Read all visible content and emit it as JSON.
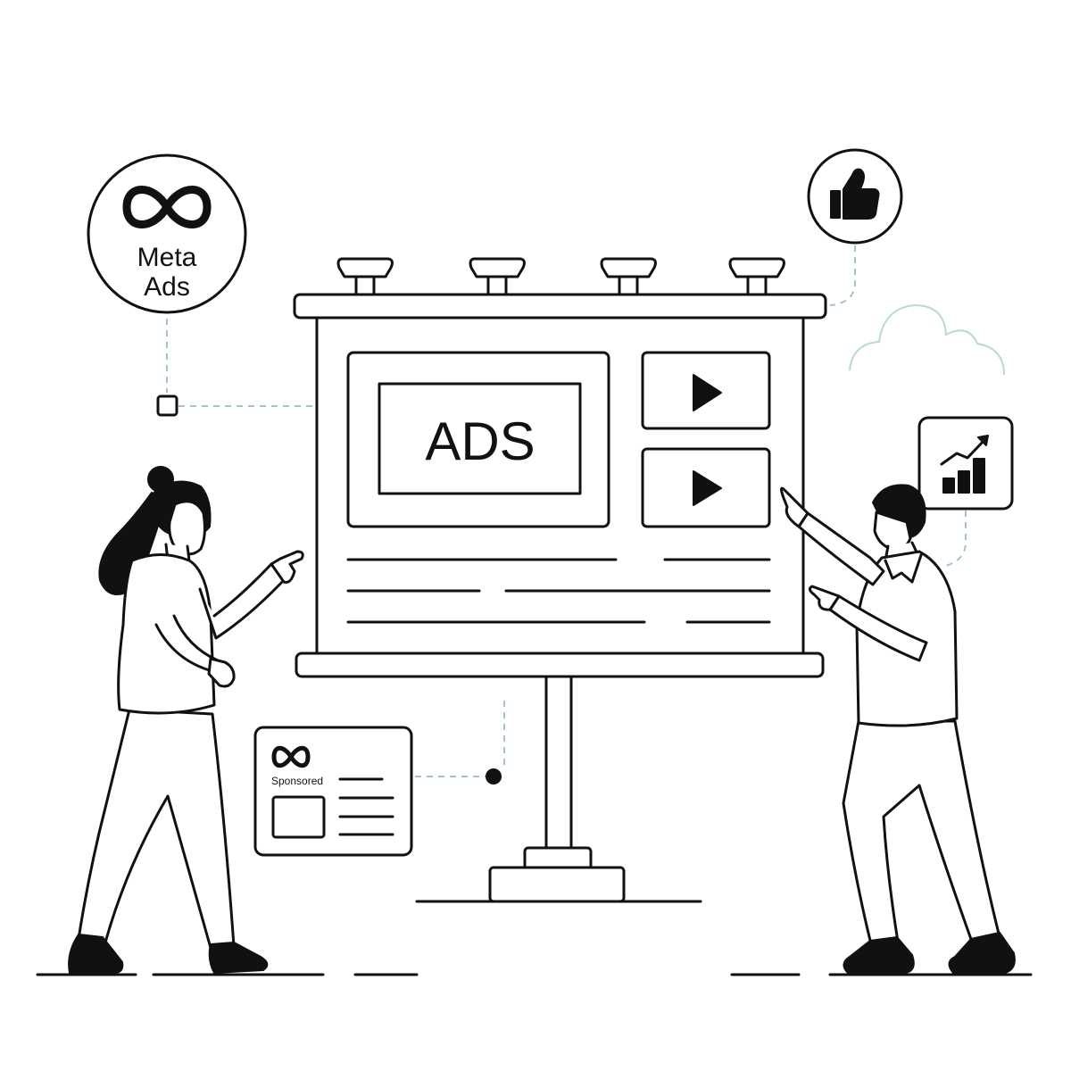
{
  "badge": {
    "line1": "Meta",
    "line2": "Ads",
    "logo_icon": "meta-infinity-icon"
  },
  "billboard": {
    "headline": "ADS",
    "video_icon": "play-icon"
  },
  "sponsored_card": {
    "label": "Sponsored",
    "logo_icon": "meta-infinity-icon"
  },
  "icons": {
    "like": "thumbs-up-icon",
    "growth": "growth-chart-icon",
    "decor": "cloud-icon"
  },
  "colors": {
    "ink": "#111111",
    "accent_dashes": "#9fc9b8",
    "cloud": "#b9dcc9",
    "background": "#ffffff"
  }
}
